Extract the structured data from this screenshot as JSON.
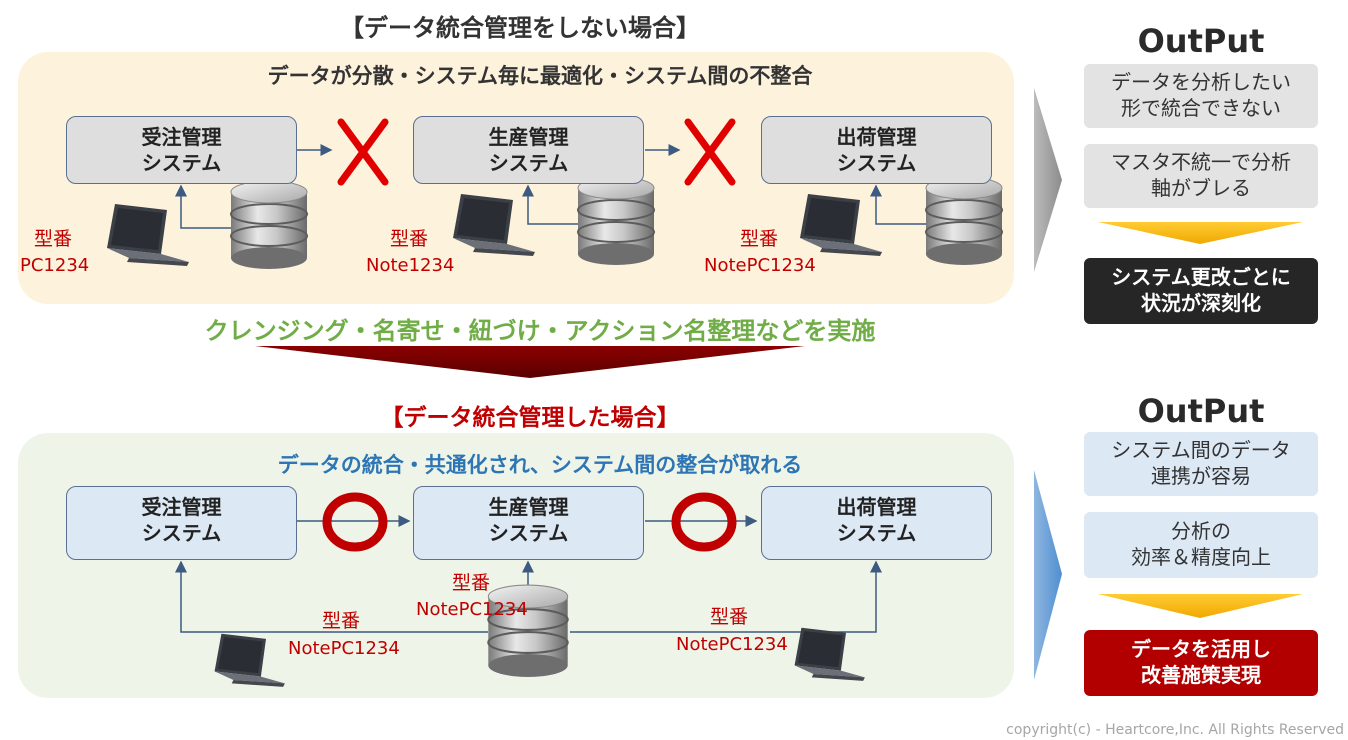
{
  "top": {
    "heading": "【データ統合管理をしない場合】",
    "subtitle": "データが分散・システム毎に最適化・システム間の不整合",
    "systems": [
      {
        "line1": "受注管理",
        "line2": "システム"
      },
      {
        "line1": "生産管理",
        "line2": "システム"
      },
      {
        "line1": "出荷管理",
        "line2": "システム"
      }
    ],
    "models": [
      {
        "label": "型番",
        "value": "PC1234"
      },
      {
        "label": "型番",
        "value": "Note1234"
      },
      {
        "label": "型番",
        "value": "NotePC1234"
      }
    ]
  },
  "middle": {
    "process": "クレンジング・名寄せ・紐づけ・アクション名整理などを実施"
  },
  "bottom": {
    "heading": "【データ統合管理した場合】",
    "subtitle": "データの統合・共通化され、システム間の整合が取れる",
    "systems": [
      {
        "line1": "受注管理",
        "line2": "システム"
      },
      {
        "line1": "生産管理",
        "line2": "システム"
      },
      {
        "line1": "出荷管理",
        "line2": "システム"
      }
    ],
    "models": [
      {
        "label": "型番",
        "value": "NotePC1234"
      },
      {
        "label": "型番",
        "value": "NotePC1234"
      },
      {
        "label": "型番",
        "value": "NotePC1234"
      }
    ]
  },
  "output_top": {
    "heading": "OutPut",
    "items": [
      {
        "line1": "データを分析したい",
        "line2": "形で統合できない"
      },
      {
        "line1": "マスタ不統一で分析",
        "line2": "軸がブレる"
      }
    ],
    "result": {
      "line1": "システム更改ごとに",
      "line2": "状況が深刻化"
    }
  },
  "output_bottom": {
    "heading": "OutPut",
    "items": [
      {
        "line1": "システム間のデータ",
        "line2": "連携が容易"
      },
      {
        "line1": "分析の",
        "line2": "効率＆精度向上"
      }
    ],
    "result": {
      "line1": "データを活用し",
      "line2": "改善施策実現"
    }
  },
  "footer": {
    "copyright": "copyright(c) - Heartcore,Inc. All Rights Reserved"
  },
  "colors": {
    "top_panel": "#fdf2dc",
    "bottom_panel": "#eef5e8",
    "green_text": "#70ad47",
    "blue_text": "#2e75b6",
    "red": "#c00000",
    "dark_red": "#8b0000",
    "gold_arrow": "#f5b400"
  }
}
